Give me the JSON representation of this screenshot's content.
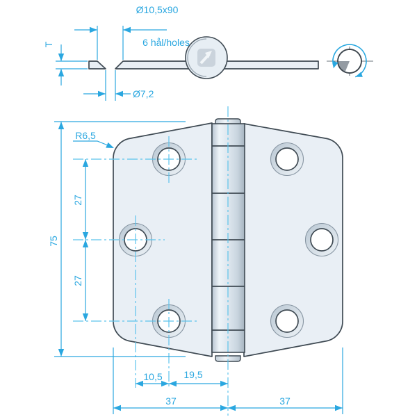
{
  "drawing": {
    "kind": "hinge technical drawing",
    "holes_per_leaf": 3
  },
  "labels": {
    "csink": "Ø10,5x90",
    "holes_note": "6 hål/holes",
    "t": "T",
    "hole_d": "Ø7,2",
    "r": "R6,5",
    "h75": "75",
    "s27a": "27",
    "s27b": "27",
    "d105": "10,5",
    "d195": "19,5",
    "w37l": "37",
    "w37r": "37"
  },
  "colors": {
    "dimension_blue": "#2aa7e0",
    "centerline_blue": "#5cc3ec",
    "outline_gray": "#3f4a53",
    "plate_fill": "#e9eff5",
    "background": "#ffffff"
  }
}
